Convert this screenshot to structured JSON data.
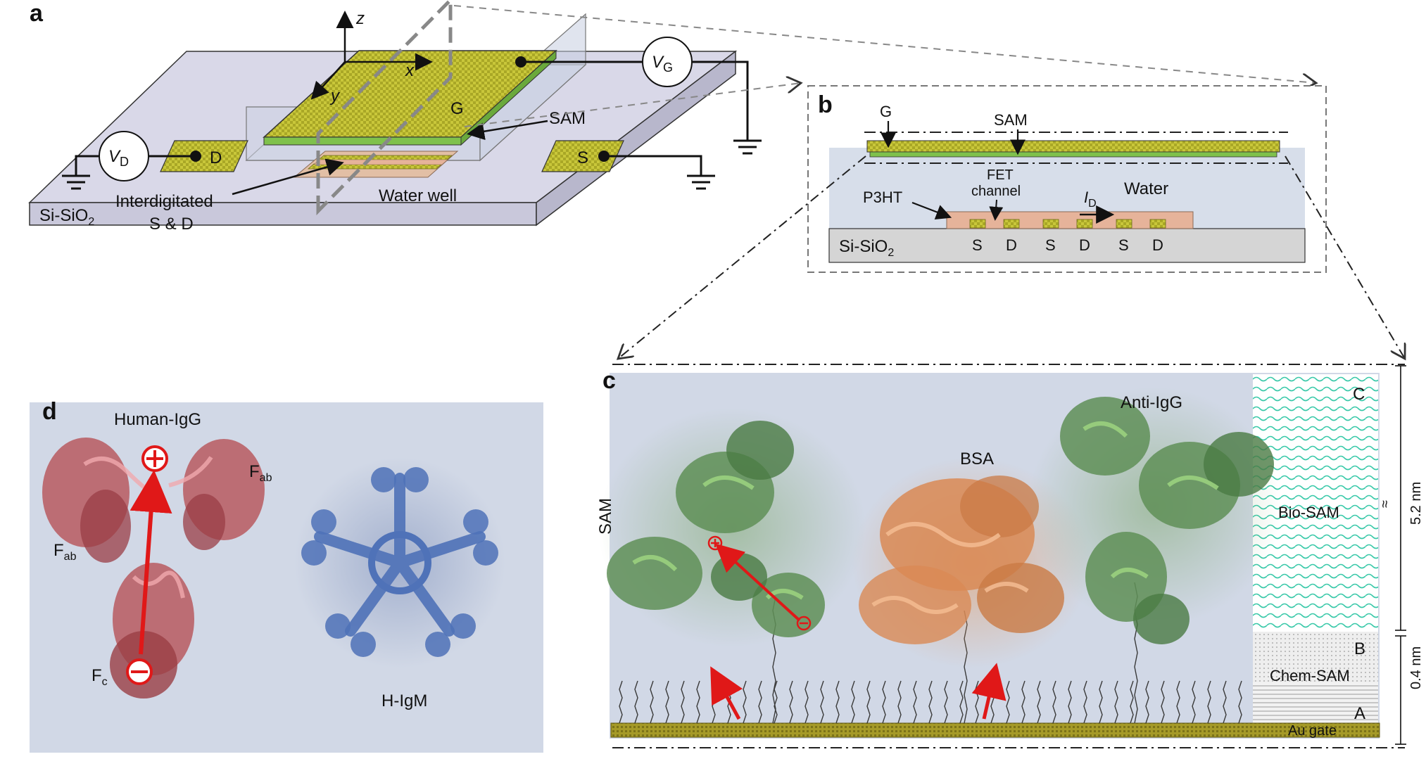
{
  "panels": {
    "a": {
      "label": "a",
      "axis_z": "z",
      "axis_x": "x",
      "axis_y": "y",
      "vg_main": "V",
      "vg_sub": "G",
      "vd_main": "V",
      "vd_sub": "D",
      "gate": "G",
      "sam": "SAM",
      "drain": "D",
      "source": "S",
      "interdigitated_1": "Interdigitated",
      "interdigitated_2": "S & D",
      "water_well": "Water well",
      "substrate_main": "Si-SiO",
      "substrate_sub": "2"
    },
    "b": {
      "label": "b",
      "gate": "G",
      "sam": "SAM",
      "fet_1": "FET",
      "fet_2": "channel",
      "p3ht": "P3HT",
      "water": "Water",
      "id_main": "I",
      "id_sub": "D",
      "substrate_main": "Si-SiO",
      "substrate_sub": "2",
      "electrodes": [
        "S",
        "D",
        "S",
        "D",
        "S",
        "D"
      ]
    },
    "c": {
      "label": "c",
      "sam": "SAM",
      "bsa": "BSA",
      "anti_igg": "Anti-IgG",
      "bio_sam": "Bio-SAM",
      "chem_sam": "Chem-SAM",
      "au_gate": "Au gate",
      "layer_c": "C",
      "layer_b": "B",
      "layer_a": "A",
      "dim_top": "5.2 nm",
      "dim_approx": "≈",
      "dim_bottom": "0.4 nm"
    },
    "d": {
      "label": "d",
      "human_igg": "Human-IgG",
      "fab_main": "F",
      "fab_sub": "ab",
      "fc_main": "F",
      "fc_sub": "c",
      "h_igm": "H-IgM"
    }
  },
  "colors": {
    "gold": "#c9c73a",
    "substrate": "#d9d8e8",
    "panel_bg": "#d1d8e6",
    "sam_green": "#7fc14c",
    "p3ht": "#e6b39a",
    "antibody_green": "#5f8f57",
    "bsa_orange": "#d98a55",
    "igg_red": "#b85a5f",
    "igm_blue": "#4f72b8",
    "dipole_red": "#e01818",
    "bio_sam_cyan": "#39c9a9",
    "au_gate": "#a59a28"
  }
}
